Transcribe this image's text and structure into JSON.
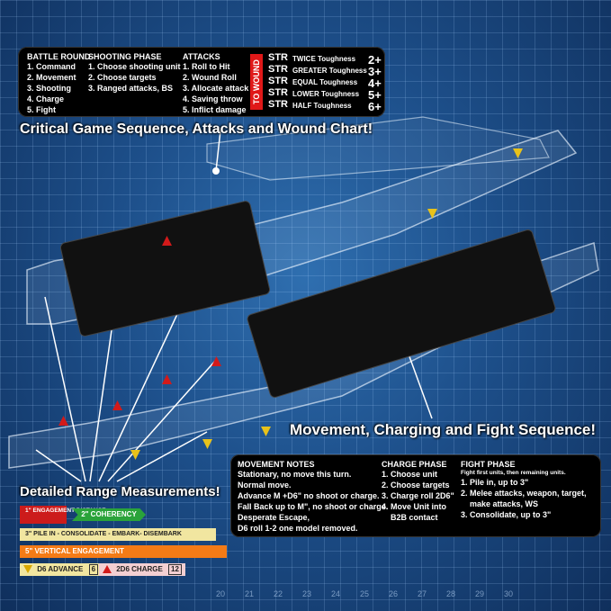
{
  "top_panel": {
    "battle_round": {
      "title": "BATTLE ROUND",
      "items": [
        "1. Command",
        "2. Movement",
        "3. Shooting",
        "4. Charge",
        "5. Fight"
      ]
    },
    "shooting_phase": {
      "title": "SHOOTING PHASE",
      "items": [
        "1. Choose shooting unit",
        "2. Choose targets",
        "3. Ranged attacks, BS"
      ]
    },
    "attacks": {
      "title": "ATTACKS",
      "items": [
        "1. Roll to Hit",
        "2. Wound Roll",
        "3. Allocate attack",
        "4. Saving throw",
        "5. Inflict damage"
      ]
    },
    "to_wound_label": "TO WOUND",
    "str_label": "STR",
    "wound_rows": [
      {
        "label": "TWICE Toughness",
        "value": "2+"
      },
      {
        "label": "GREATER Toughness",
        "value": "3+"
      },
      {
        "label": "EQUAL Toughness",
        "value": "4+"
      },
      {
        "label": "LOWER Toughness",
        "value": "5+"
      },
      {
        "label": "HALF Toughness",
        "value": "6+"
      }
    ]
  },
  "callouts": {
    "critical": "Critical Game Sequence, Attacks and Wound Chart!",
    "movement": "Movement, Charging and Fight Sequence!",
    "range": "Detailed Range Measurements!"
  },
  "bottom_panel": {
    "movement_notes": {
      "title": "MOVEMENT NOTES",
      "items": [
        "Stationary, no move this turn.",
        "Normal move.",
        "Advance M +D6\" no shoot or charge.",
        "Fall Back up to M\", no shoot or charge.",
        "Desperate Escape,",
        "D6 roll 1-2 one model removed."
      ]
    },
    "charge_phase": {
      "title": "CHARGE PHASE",
      "items": [
        "1. Choose unit",
        "2. Choose targets",
        "3. Charge roll 2D6\"",
        "4. Move Unit into",
        "B2B contact"
      ]
    },
    "fight_phase": {
      "title": "FIGHT PHASE",
      "subtitle": "Fight first units, then remaining units.",
      "items": [
        "1. Pile in, up to 3\"",
        "2. Melee attacks, weapon, target,",
        "make attacks, WS",
        "3. Consolidate, up to 3\""
      ]
    }
  },
  "legend": {
    "engagement": "1\" ENGAGEMENT DISTANCE",
    "coherency": "2\" COHERENCY",
    "pile_in": "3\" PILE IN - CONSOLIDATE - EMBARK- DISEMBARK",
    "vertical": "5\" VERTICAL ENGAGEMENT",
    "d6_advance": "D6 ADVANCE",
    "d6_advance_value": "6",
    "charge": "2D6 CHARGE",
    "charge_value": "12"
  },
  "scale_numbers": [
    "20",
    "21",
    "22",
    "23",
    "24",
    "25",
    "26",
    "27",
    "28",
    "29",
    "30"
  ],
  "colors": {
    "background": "#1d4f8a",
    "panel": "#000000",
    "red": "#cc1b1b",
    "green": "#2aa33a",
    "yellow": "#f1e6a0",
    "orange": "#f47b16"
  }
}
